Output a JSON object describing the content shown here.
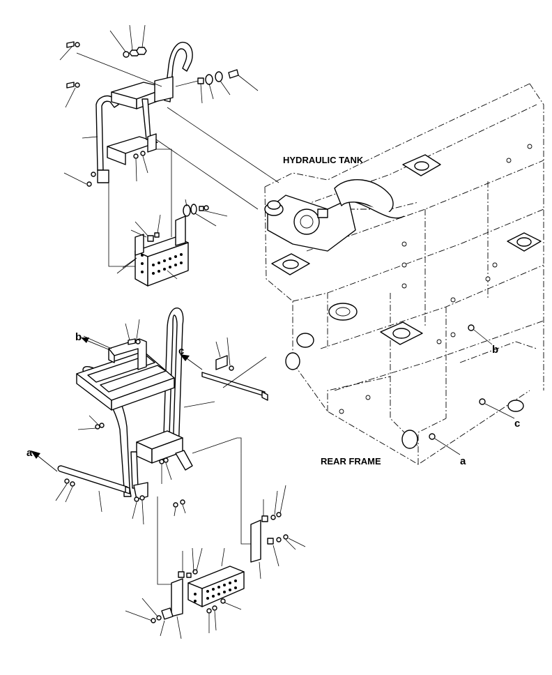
{
  "labels": {
    "hydraulic_tank": "HYDRAULIC TANK",
    "rear_frame": "REAR FRAME"
  },
  "references": {
    "a_left": "a",
    "a_right": "a",
    "b_left": "b",
    "b_right": "b",
    "c_left": "c",
    "c_right": "c"
  }
}
